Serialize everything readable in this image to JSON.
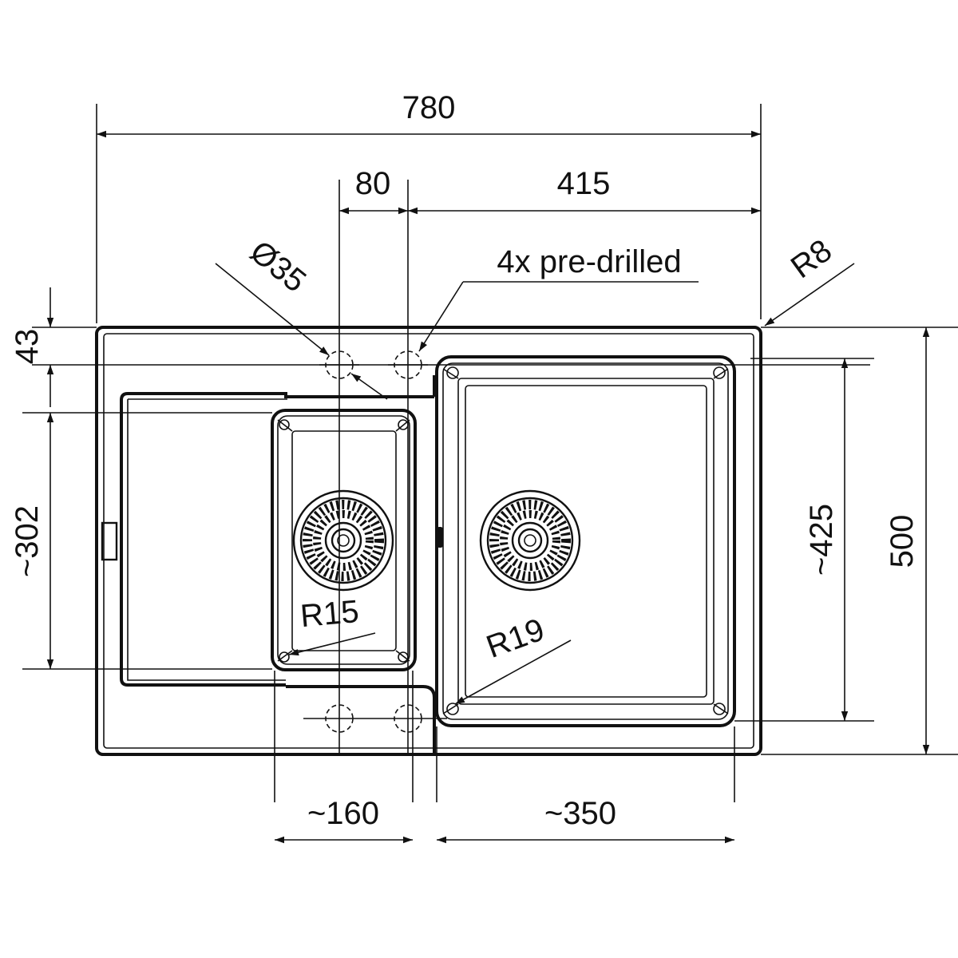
{
  "dimensions": {
    "overall_width": "780",
    "hole_spacing": "80",
    "bowl_offset": "415",
    "hole_diameter": "Ø35",
    "pre_drilled_note": "4x pre-drilled",
    "corner_radius": "R8",
    "hole_inset": "43",
    "small_bowl_depth": "~302",
    "large_bowl_depth": "~425",
    "overall_depth": "500",
    "small_bowl_radius": "R15",
    "large_bowl_radius": "R19",
    "small_bowl_width": "~160",
    "large_bowl_width": "~350"
  }
}
